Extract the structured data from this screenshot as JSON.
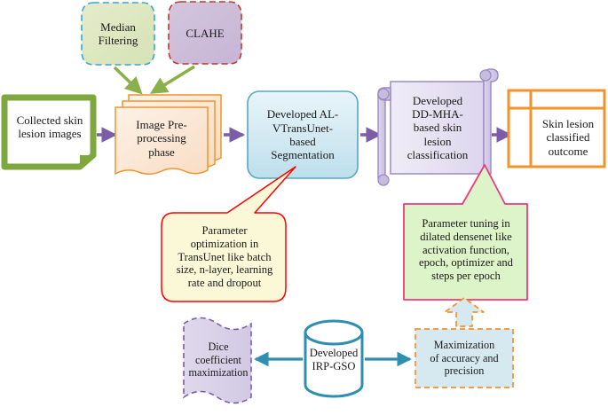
{
  "diagram": {
    "title": "Skin lesion segmentation and classification workflow",
    "colors": {
      "green_border": "#7fa73f",
      "green_fill": "#dfe8c4",
      "purple_fill": "#cdbcd9",
      "red_dash": "#c0392b",
      "blue_dash": "#3aa6d0",
      "orange_border": "#f0932b",
      "peach_fill": "#fbe3ce",
      "cyan_fill": "#cfe7f0",
      "cyan_border": "#57a7c2",
      "lavender_fill": "#d9d2e9",
      "lavender_border": "#9b8bc4",
      "arrow_purple": "#7b5ea7",
      "arrow_green": "#8ab04a",
      "arrow_teal": "#2e8fb0",
      "callout_yellow": "#fbf8d8",
      "callout_red": "#ff0000",
      "callout_green": "#ddf3c8",
      "callout_pink": "#ec3a7e",
      "orange_dash": "#f0932b",
      "light_blue_fill": "#d6e8f0"
    },
    "nodes": [
      {
        "id": "median-filtering",
        "label": "Median\nFiltering",
        "shape": "rounded-dashed",
        "fill": "#dfe8c4",
        "border": "#3aa6d0"
      },
      {
        "id": "clahe",
        "label": "CLAHE",
        "shape": "rounded-dashed",
        "fill": "#cdbcd9",
        "border": "#c0392b"
      },
      {
        "id": "collected-skin-lesion-images",
        "label": "Collected skin\nlesion images",
        "shape": "folded-corner",
        "fill": "#ffffff",
        "border": "#7fa73f"
      },
      {
        "id": "image-preprocessing-phase",
        "label": "Image Pre-\nprocessing\nphase",
        "shape": "stacked-documents",
        "fill": "#fbe3ce",
        "border": "#f0932b"
      },
      {
        "id": "developed-al-vtransunet-segmentation",
        "label": "Developed AL-\nVTransUnet-\nbased\nSegmentation",
        "shape": "rounded-rect",
        "fill": "#cfe7f0",
        "border": "#57a7c2"
      },
      {
        "id": "developed-dd-mha-classification",
        "label": "Developed\nDD-MHA-\nbased skin\nlesion\nclassification",
        "shape": "vertical-scroll",
        "fill": "#e2dcef",
        "border": "#9b8bc4"
      },
      {
        "id": "skin-lesion-classified-outcome",
        "label": "Skin lesion\nclassified\noutcome",
        "shape": "table",
        "fill": "#ffffff",
        "border": "#f0932b"
      },
      {
        "id": "parameter-optimization-callout",
        "label": "Parameter\noptimization in\nTransUnet like batch\nsize, n-layer, learning\nrate and dropout",
        "shape": "callout-rounded",
        "fill": "#fbf8d8",
        "border": "#ff0000"
      },
      {
        "id": "parameter-tuning-callout",
        "label": "Parameter tuning in\ndilated densenet like\nactivation function,\nepoch, optimizer and\nsteps per epoch",
        "shape": "callout-rect",
        "fill": "#ddf3c8",
        "border": "#ec3a7e"
      },
      {
        "id": "dice-coefficient-maximization",
        "label": "Dice\ncoefficient\nmaximization",
        "shape": "wave-flag-dashed",
        "fill": "#d9d2e9",
        "border": "#7b5ea7"
      },
      {
        "id": "developed-irp-gso",
        "label": "Developed\nIRP-GSO",
        "shape": "cylinder",
        "fill": "#ffffff",
        "border": "#2e8fb0"
      },
      {
        "id": "maximization-accuracy-precision",
        "label": "Maximization\nof accuracy and\nprecision",
        "shape": "rect-dashed",
        "fill": "#d6e8f0",
        "border": "#f0932b"
      }
    ],
    "connectors": [
      {
        "id": "median-to-preprocessing",
        "from": "median-filtering",
        "to": "image-preprocessing-phase",
        "color": "#8ab04a",
        "style": "solid-arrow"
      },
      {
        "id": "clahe-to-preprocessing",
        "from": "clahe",
        "to": "image-preprocessing-phase",
        "color": "#8ab04a",
        "style": "solid-arrow"
      },
      {
        "id": "images-to-preprocessing",
        "from": "collected-skin-lesion-images",
        "to": "image-preprocessing-phase",
        "color": "#7b5ea7",
        "style": "solid-arrow"
      },
      {
        "id": "preprocessing-to-segmentation",
        "from": "image-preprocessing-phase",
        "to": "developed-al-vtransunet-segmentation",
        "color": "#7b5ea7",
        "style": "solid-arrow"
      },
      {
        "id": "segmentation-to-classification",
        "from": "developed-al-vtransunet-segmentation",
        "to": "developed-dd-mha-classification",
        "color": "#7b5ea7",
        "style": "solid-arrow"
      },
      {
        "id": "classification-to-outcome",
        "from": "developed-dd-mha-classification",
        "to": "skin-lesion-classified-outcome",
        "color": "#7b5ea7",
        "style": "solid-arrow"
      },
      {
        "id": "irpgso-to-dice",
        "from": "developed-irp-gso",
        "to": "dice-coefficient-maximization",
        "color": "#2e8fb0",
        "style": "solid-arrow"
      },
      {
        "id": "irpgso-to-maximization",
        "from": "developed-irp-gso",
        "to": "maximization-accuracy-precision",
        "color": "#2e8fb0",
        "style": "solid-arrow"
      },
      {
        "id": "maximization-to-tuning-callout",
        "from": "maximization-accuracy-precision",
        "to": "parameter-tuning-callout",
        "color": "#f0932b",
        "style": "dashed-block-arrow-up"
      }
    ]
  }
}
